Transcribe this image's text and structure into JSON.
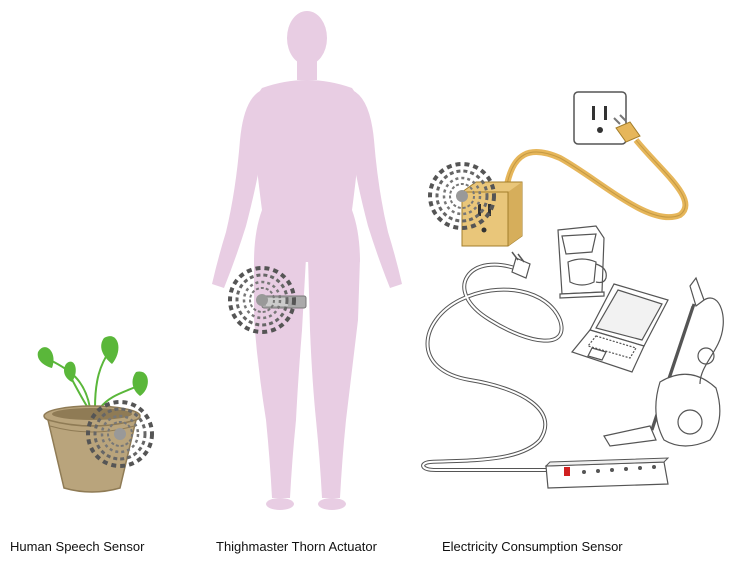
{
  "captions": {
    "speech": "Human Speech Sensor",
    "thighmaster": "Thighmaster Thorn Actuator",
    "electricity": "Electricity Consumption Sensor"
  },
  "colors": {
    "silhouette": "#e8cde3",
    "pot": "#b9a47c",
    "pot_dark": "#8f7b55",
    "leaf": "#5ab73a",
    "outlet_box": "#e9c67a",
    "cord": "#e6b65a",
    "ring": "#777777",
    "line_art": "#555555",
    "switch_red": "#d02020"
  },
  "icons": {
    "plant": "potted-plant-icon",
    "body": "human-silhouette-icon",
    "outlet": "wall-outlet-icon",
    "coffee": "coffee-maker-icon",
    "laptop": "laptop-icon",
    "vacuum": "vacuum-cleaner-icon",
    "power_strip": "power-strip-icon",
    "signal": "signal-rings-icon"
  }
}
